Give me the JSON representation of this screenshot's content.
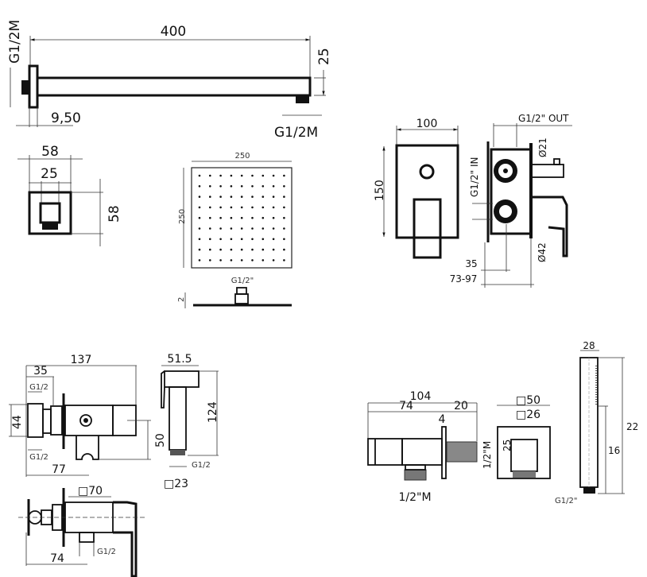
{
  "shower_arm": {
    "length": "400",
    "height": "25",
    "wall_thread": "G1/2M",
    "flange_depth": "9,50",
    "outlet_thread": "G1/2M"
  },
  "wall_flange": {
    "width": "58",
    "inner": "25",
    "height": "58"
  },
  "shower_head": {
    "width": "250",
    "depth": "250",
    "thread": "G1/2\"",
    "thickness": "2"
  },
  "mixer": {
    "width": "100",
    "height": "150",
    "out_thread": "G1/2\" OUT",
    "in_thread": "G1/2\" IN",
    "outlet_dia": "Ø21",
    "handle_dia": "Ø42",
    "inlet_offset": "35",
    "depth_range": "73-97"
  },
  "bidet_valve": {
    "length": "137",
    "inlet_depth": "35",
    "thread_top": "G1/2",
    "height": "44",
    "thread_bottom": "G1/2",
    "holder_offset": "77",
    "holder_drop": "50"
  },
  "bidet_spray": {
    "width": "51.5",
    "length": "124",
    "thread": "G1/2",
    "square": "□23"
  },
  "bidet_mixer": {
    "square": "□70",
    "depth": "74",
    "thread": "G1/2"
  },
  "wall_outlet": {
    "total": "104",
    "body": "74",
    "thread_len": "20",
    "plate": "4",
    "thread_side": "1/2\"M",
    "thread_bottom": "1/2\"M",
    "plate_square": "□50",
    "body_square": "□26",
    "height": "25"
  },
  "hand_shower": {
    "width": "28",
    "length": "22",
    "spray_len": "16",
    "thread": "G1/2\""
  }
}
